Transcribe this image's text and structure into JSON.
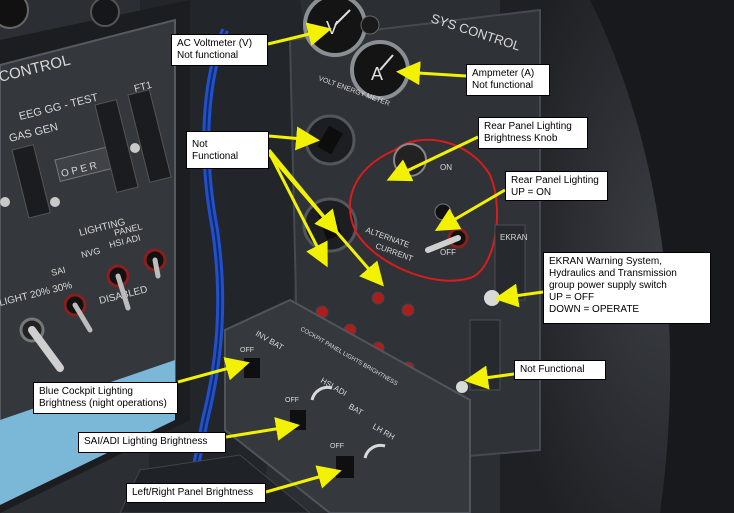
{
  "colors": {
    "arrow": "#f2f200",
    "highlight": "#d91c1c",
    "callout_bg": "#ffffff",
    "callout_border": "#000000",
    "panel_text": "#d9d9d9"
  },
  "callouts": {
    "ac_voltmeter": {
      "line1": "AC Voltmeter (V)",
      "line2": "Not functional"
    },
    "ampmeter": {
      "line1": "Ampmeter (A)",
      "line2": "Not functional"
    },
    "not_functional_group": {
      "line1": "Not",
      "line2": "Functional"
    },
    "rear_lighting_knob": {
      "line1": "Rear Panel Lighting",
      "line2": "Brightness Knob"
    },
    "rear_lighting_switch": {
      "line1": "Rear Panel Lighting",
      "line2": "UP = ON"
    },
    "ekran": {
      "line1": "EKRAN Warning System,",
      "line2": "Hydraulics and Transmission",
      "line3": "group power supply switch",
      "line4": "UP = OFF",
      "line5": "DOWN = OPERATE"
    },
    "not_functional_single": {
      "line1": "Not Functional"
    },
    "blue_cockpit": {
      "line1": "Blue Cockpit Lighting",
      "line2": "Brightness (night operations)"
    },
    "sai_adi": {
      "line1": "SAI/ADI  Lighting Brightness"
    },
    "left_right_panel": {
      "line1": "Left/Right Panel Brightness"
    }
  },
  "panel_labels": {
    "control": "CONTROL",
    "sys_control": "SYS CONTROL",
    "eeg_test": "EEG  GG - TEST",
    "ft1": "FT1",
    "gas_gen": "GAS GEN",
    "oper": "O P E R",
    "lighting": "LIGHTING",
    "panel": "PANEL",
    "hsi_adi": "HSI ADI",
    "nvg": "NVG",
    "aux_sai": "SAI",
    "disabled": "DISABLED",
    "light_pct": "LIGHT  20%  30%",
    "volt_header": "VOLT ENERGY METER",
    "alternate": "ALTERNATE",
    "current": "CURRENT",
    "on": "ON",
    "off": "OFF",
    "off1": "OFF",
    "off2": "OFF",
    "off3": "OFF",
    "inv_bat": "INV BAT",
    "cockpit_brightness": "COCKPIT PANEL LIGHTS BRIGHTNESS",
    "hsi_adi_lower": "HSI ADI",
    "bat": "BAT",
    "lh_rh": "LH RH",
    "ekran_label": "EKRAN",
    "voltmeter_face": "V",
    "ampmeter_face": "A"
  }
}
